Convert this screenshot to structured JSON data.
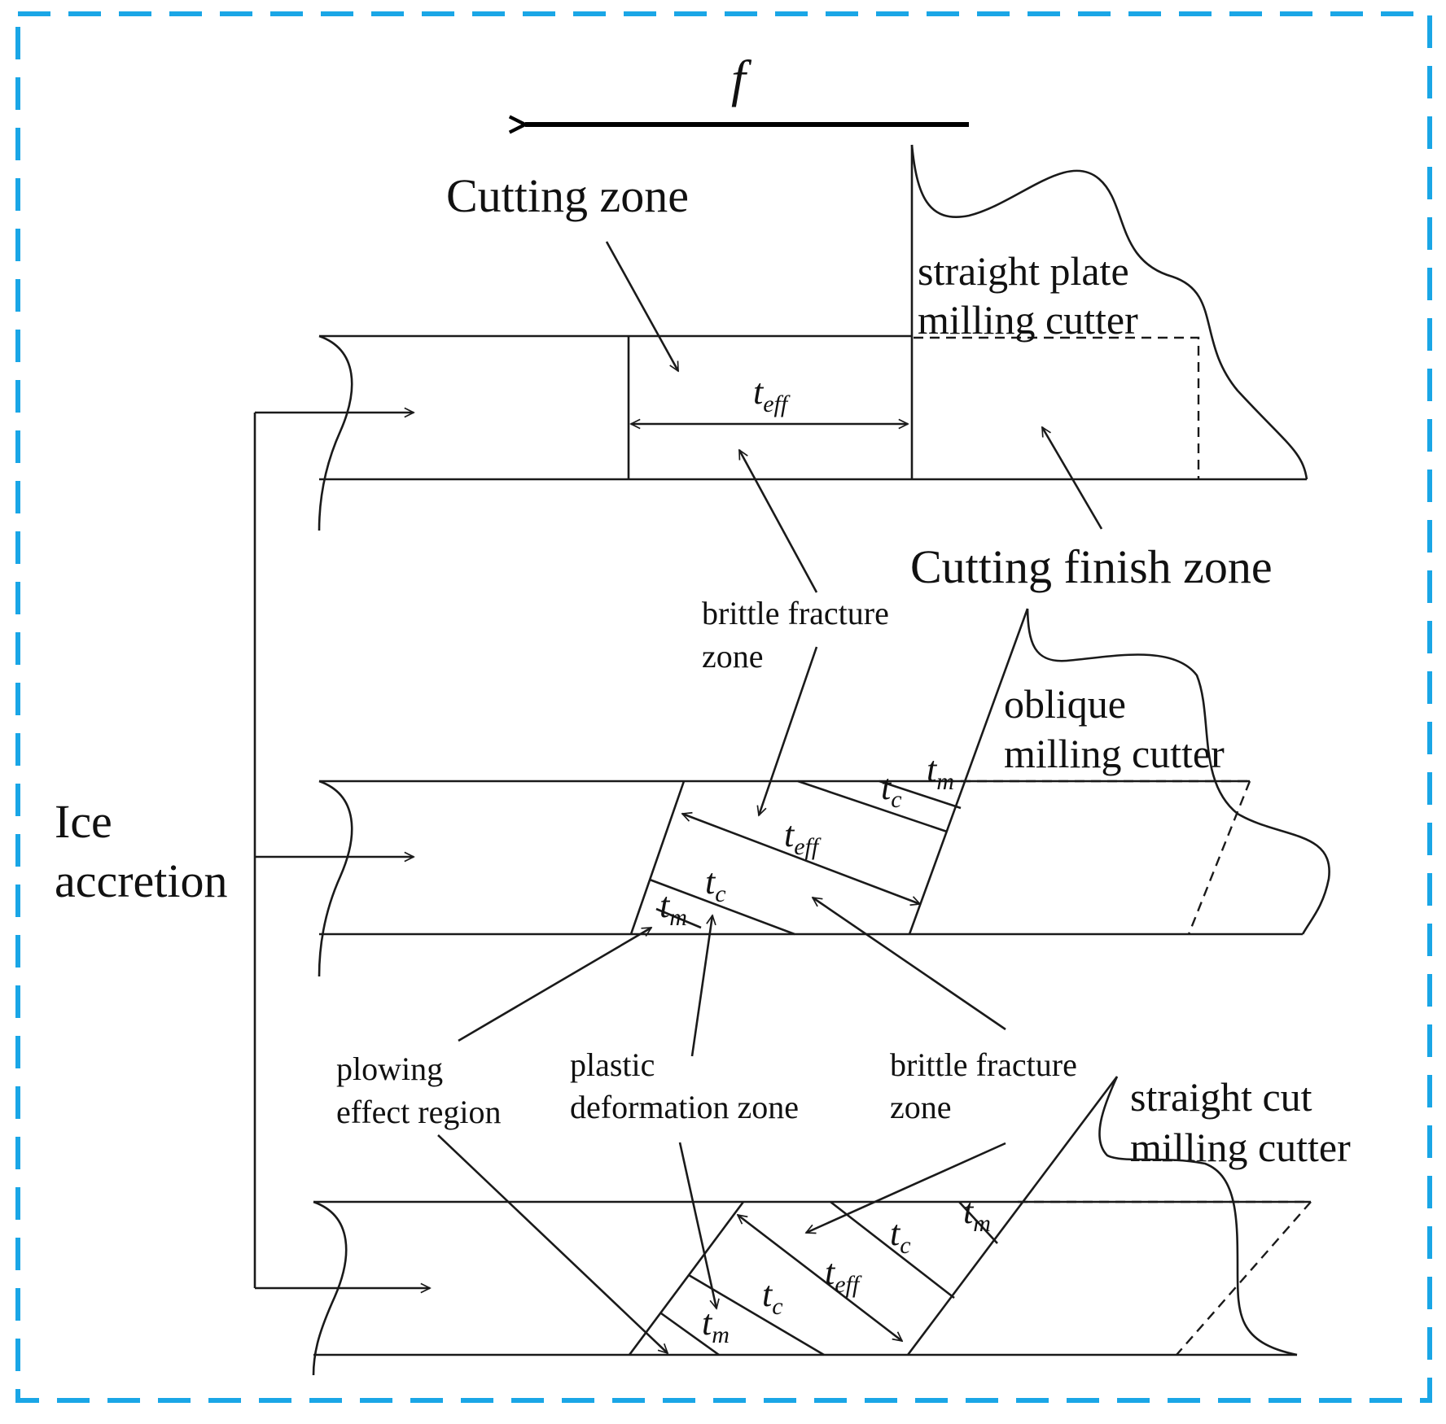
{
  "diagram": {
    "feed_symbol": "f",
    "cutting_zone": "Cutting zone",
    "cutting_finish_zone": "Cutting finish zone",
    "ice_accretion": [
      "Ice",
      "accretion"
    ],
    "cutters": {
      "straight_plate": [
        "straight plate",
        "milling cutter"
      ],
      "oblique": [
        "oblique",
        "milling cutter"
      ],
      "straight_cut": [
        "straight cut",
        "milling cutter"
      ]
    },
    "zones": {
      "brittle_fracture_top": [
        "brittle fracture",
        "zone"
      ],
      "brittle_fracture_bottom": [
        "brittle fracture",
        "zone"
      ],
      "plowing_effect": [
        "plowing",
        "effect region"
      ],
      "plastic_deformation": [
        "plastic",
        "deformation zone"
      ]
    },
    "symbols": {
      "t": "t",
      "eff": "eff",
      "c": "c",
      "m": "m"
    }
  }
}
